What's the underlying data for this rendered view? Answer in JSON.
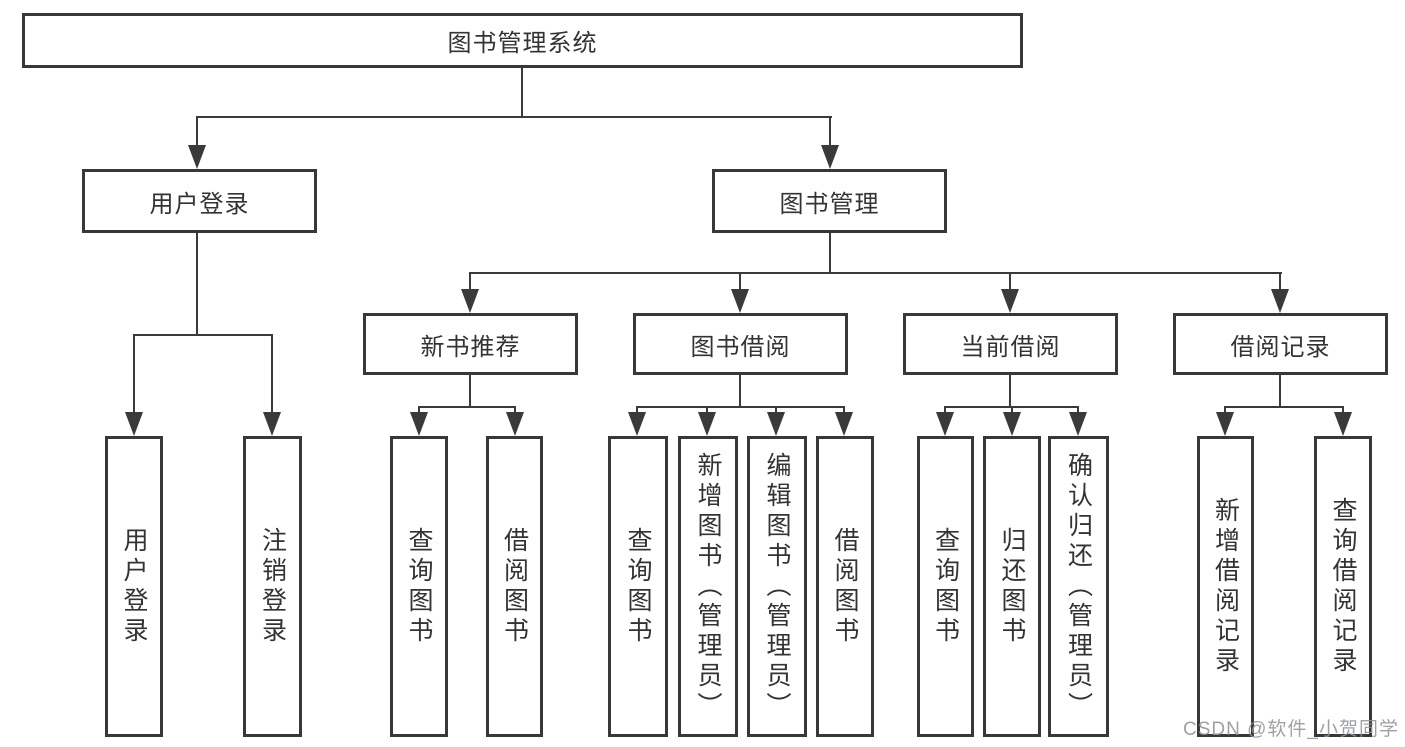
{
  "diagram": {
    "tree": {
      "root": {
        "label": "图书管理系统"
      },
      "branches": [
        {
          "label": "用户登录",
          "children": [
            {
              "label": "用户登录"
            },
            {
              "label": "注销登录"
            }
          ]
        },
        {
          "label": "图书管理",
          "children": [
            {
              "label": "新书推荐",
              "children": [
                {
                  "label": "查询图书"
                },
                {
                  "label": "借阅图书"
                }
              ]
            },
            {
              "label": "图书借阅",
              "children": [
                {
                  "label": "查询图书"
                },
                {
                  "label": "新增图书（管理员）"
                },
                {
                  "label": "编辑图书（管理员）"
                },
                {
                  "label": "借阅图书"
                }
              ]
            },
            {
              "label": "当前借阅",
              "children": [
                {
                  "label": "查询图书"
                },
                {
                  "label": "归还图书"
                },
                {
                  "label": "确认归还（管理员）"
                }
              ]
            },
            {
              "label": "借阅记录",
              "children": [
                {
                  "label": "新增借阅记录"
                },
                {
                  "label": "查询借阅记录"
                }
              ]
            }
          ]
        }
      ]
    },
    "watermark": "CSDN @软件_小贺同学",
    "colors": {
      "line": "#3a3a3a",
      "border": "#383838",
      "text": "#333333",
      "watermark": "#919498",
      "background": "#ffffff"
    }
  }
}
